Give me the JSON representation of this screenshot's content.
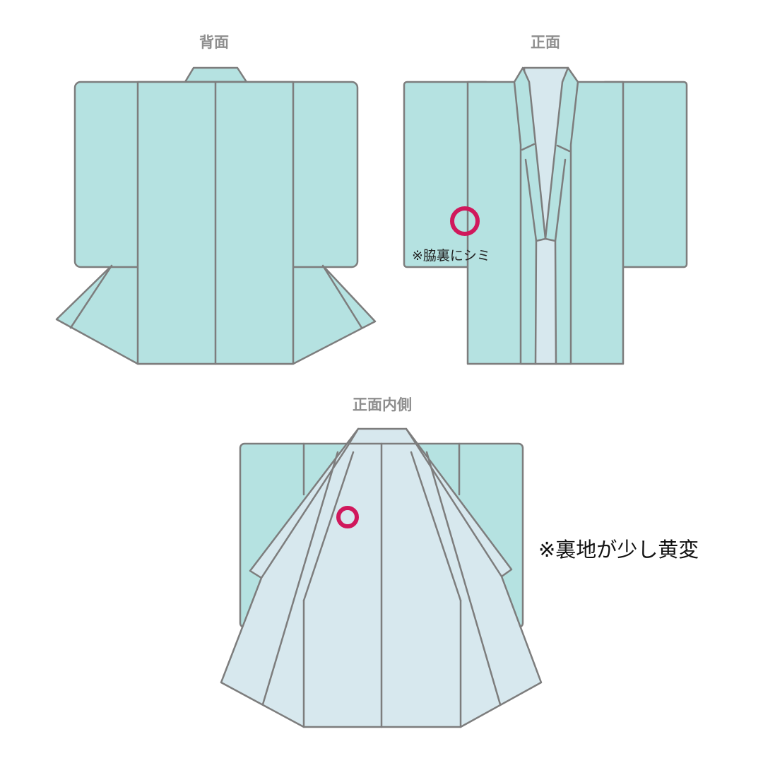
{
  "views": {
    "back": {
      "label": "背面"
    },
    "front": {
      "label": "正面"
    },
    "front_inside": {
      "label": "正面内側"
    }
  },
  "notes": {
    "armpit_stain": "※脇裏にシミ",
    "lining_yellowing": "※裏地が少し黄変"
  },
  "colors": {
    "outer_fabric": "#b5e2e1",
    "lining_fabric": "#d7e8ee",
    "outline": "#7d7d7d",
    "marker": "#d0185c"
  }
}
